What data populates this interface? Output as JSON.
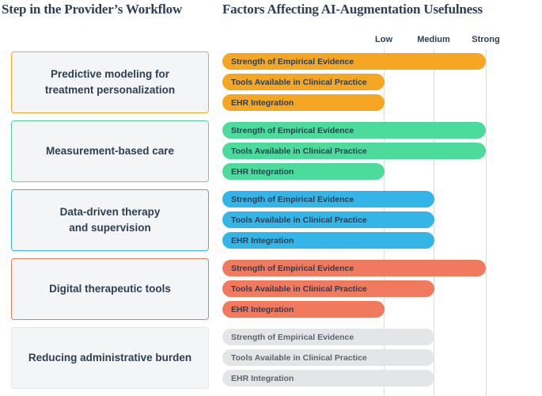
{
  "headers": {
    "left": "Step in the Provider’s Workflow",
    "right": "Factors Affecting AI-Augmentation Usefulness"
  },
  "scale": {
    "ticks": [
      {
        "label": "Low",
        "x": 485
      },
      {
        "label": "Medium",
        "x": 548
      },
      {
        "label": "Strong",
        "x": 614
      }
    ]
  },
  "steps": [
    {
      "label": "Predictive modeling for\ntreatment personalization",
      "color": "#f5a623"
    },
    {
      "label": "Measurement-based care",
      "color": "#4ddb9b"
    },
    {
      "label": "Data-driven therapy\nand supervision",
      "color": "#34b5e8"
    },
    {
      "label": "Digital therapeutic tools",
      "color": "#f0795e"
    },
    {
      "label": "Reducing administrative burden",
      "color": "#e3e5e7"
    }
  ],
  "factors": [
    "Strength of Empirical Evidence",
    "Tools Available in Clinical Practice",
    "EHR Integration"
  ],
  "chart_data": {
    "type": "bar",
    "orientation": "horizontal",
    "title": "Factors Affecting AI-Augmentation Usefulness",
    "xlabel": "",
    "ylabel": "",
    "grid": true,
    "legend": "none",
    "axis_ticks": [
      "Low",
      "Medium",
      "Strong"
    ],
    "axis_tick_values": [
      1,
      2,
      3
    ],
    "xlim": [
      0,
      3
    ],
    "categories": [
      "Strength of Empirical Evidence",
      "Tools Available in Clinical Practice",
      "EHR Integration"
    ],
    "series": [
      {
        "name": "Predictive modeling for treatment personalization",
        "color": "#f5a623",
        "values": [
          3,
          1,
          1
        ],
        "value_labels": [
          "Strong",
          "Low",
          "Low"
        ]
      },
      {
        "name": "Measurement-based care",
        "color": "#4ddb9b",
        "values": [
          3,
          3,
          1
        ],
        "value_labels": [
          "Strong",
          "Strong",
          "Low"
        ]
      },
      {
        "name": "Data-driven therapy and supervision",
        "color": "#34b5e8",
        "values": [
          2,
          2,
          2
        ],
        "value_labels": [
          "Medium",
          "Medium",
          "Medium"
        ]
      },
      {
        "name": "Digital therapeutic tools",
        "color": "#f0795e",
        "values": [
          3,
          2,
          1
        ],
        "value_labels": [
          "Strong",
          "Medium",
          "Low"
        ]
      },
      {
        "name": "Reducing administrative burden",
        "color": "#e3e5e7",
        "values": [
          2,
          2,
          2
        ],
        "value_labels": [
          "Medium",
          "Medium",
          "Medium"
        ]
      }
    ]
  },
  "layout": {
    "bar_start_x": 0,
    "bar_ends": [
      [
        333,
        205,
        205
      ],
      [
        333,
        333,
        205
      ],
      [
        268,
        268,
        268
      ],
      [
        333,
        268,
        205
      ],
      [
        268,
        268,
        268
      ]
    ],
    "group_tops": [
      23,
      110,
      197,
      284,
      371
    ],
    "row_offsets": [
      0,
      26,
      52
    ],
    "box_tops": [
      65,
      152,
      239,
      326,
      413
    ],
    "box_heights": [
      78,
      78,
      78,
      78,
      78
    ]
  }
}
